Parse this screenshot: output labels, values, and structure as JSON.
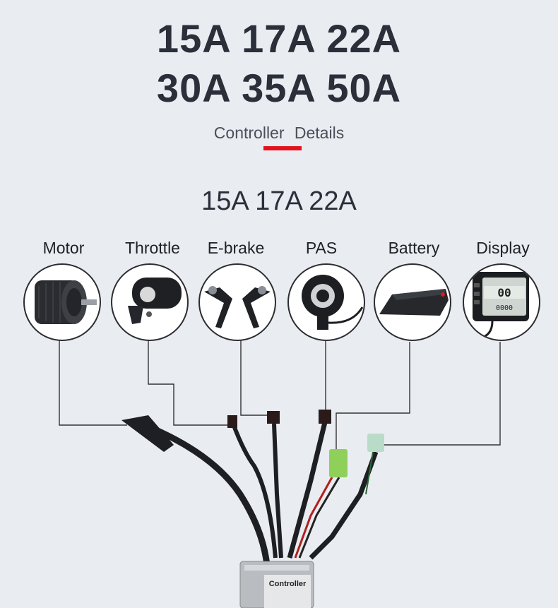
{
  "headline": {
    "line1": "15A 17A 22A",
    "line2": "30A 35A 50A"
  },
  "subtitle": "Controller Details",
  "section_title": "15A 17A 22A",
  "components": [
    {
      "label": "Motor",
      "icon": "hub-motor-icon"
    },
    {
      "label": "Throttle",
      "icon": "thumb-throttle-icon"
    },
    {
      "label": "E-brake",
      "icon": "brake-lever-icon"
    },
    {
      "label": "PAS",
      "icon": "pas-sensor-icon"
    },
    {
      "label": "Battery",
      "icon": "battery-pack-icon"
    },
    {
      "label": "Display",
      "icon": "lcd-display-icon"
    }
  ],
  "display_screen": {
    "line1": "00",
    "line2": "0000"
  },
  "controller_label": "Controller",
  "colors": {
    "background": "#e9ecf0",
    "text": "#2b2f3a",
    "accent": "#e0141e"
  }
}
